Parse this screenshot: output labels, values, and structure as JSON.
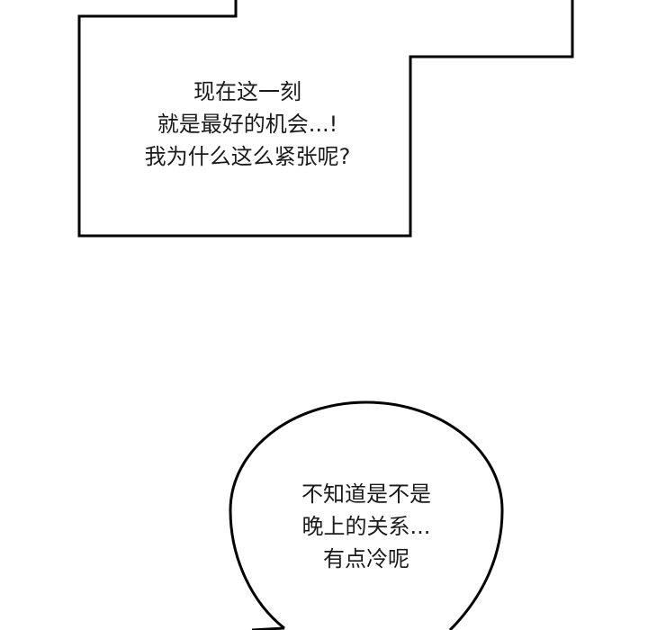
{
  "box_bubble": {
    "lines": [
      "现在这一刻",
      "就是最好的机会...!",
      "我为什么这么紧张呢?"
    ]
  },
  "round_bubble": {
    "lines": [
      "不知道是不是",
      "晚上的关系...",
      "有点冷呢"
    ]
  },
  "colors": {
    "ink": "#000000",
    "paper": "#ffffff"
  }
}
